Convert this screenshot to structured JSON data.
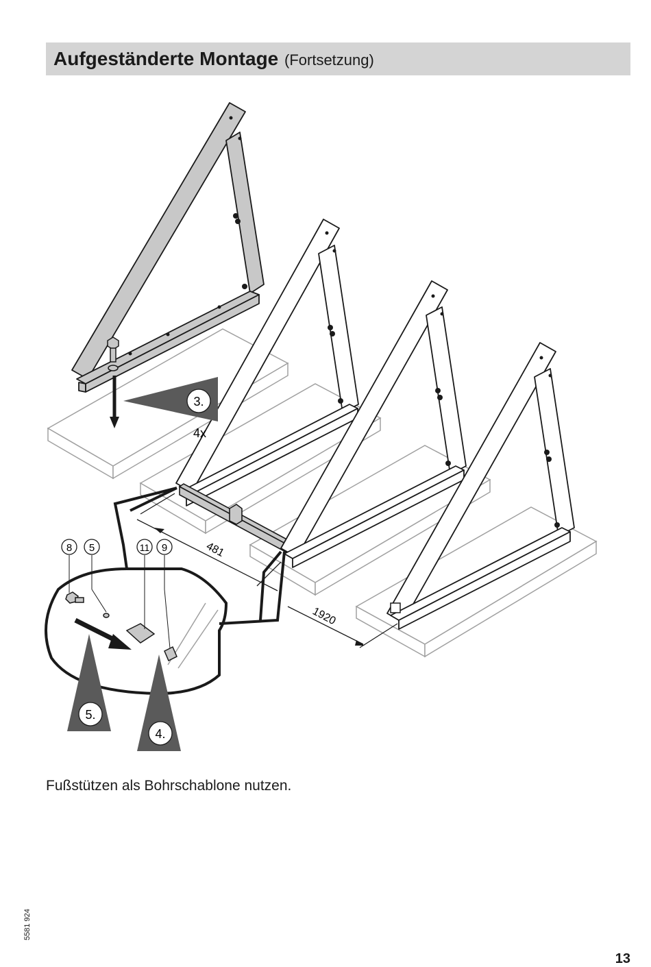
{
  "header": {
    "title": "Aufgeständerte Montage",
    "subtitle": "(Fortsetzung)"
  },
  "figure": {
    "steps": {
      "step3": "3.",
      "step4": "4.",
      "step5": "5."
    },
    "quantity": "4x",
    "dimensions": {
      "spacing": "481",
      "total": "1920"
    },
    "part_numbers": {
      "p8": "8",
      "p5": "5",
      "p11": "11",
      "p9": "9"
    },
    "colors": {
      "frame_highlight": "#c8c8c8",
      "arrow_dark": "#5a5a5a",
      "line": "#1a1a1a",
      "base_stroke": "#a0a0a0"
    }
  },
  "caption": "Fußstützen als Bohrschablone nutzen.",
  "footer": {
    "doc_number": "5581 924",
    "page_number": "13"
  }
}
